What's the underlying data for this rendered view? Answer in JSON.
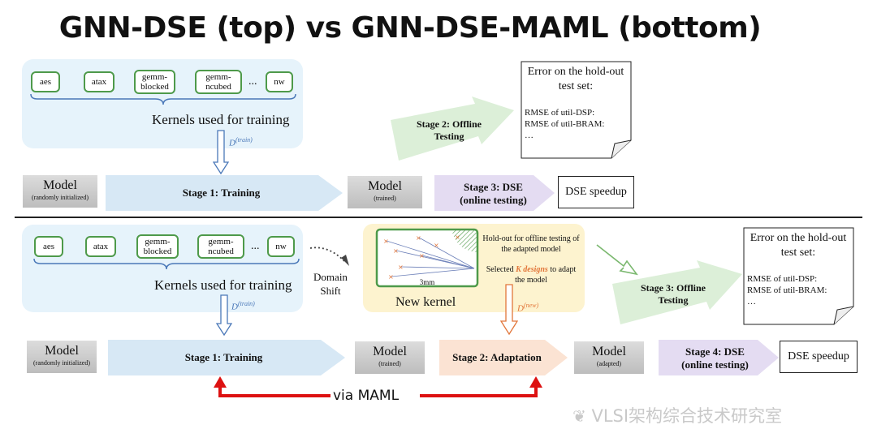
{
  "title": "GNN-DSE (top) vs GNN-DSE-MAML (bottom)",
  "kernels": [
    "aes",
    "atax",
    "gemm-\nblocked",
    "gemm-\nncubed",
    "...",
    "nw"
  ],
  "kernels_label": "Kernels used for training",
  "d_train": "D",
  "d_train_sup": "(train)",
  "d_new": "D",
  "d_new_sup": "(new)",
  "model_label": "Model",
  "model_random": "(randomly initialized)",
  "model_trained": "(trained)",
  "model_adapted": "(adapted)",
  "top": {
    "stage1": "Stage 1: Training",
    "stage2": "Stage 2: Offline Testing",
    "stage3": "Stage 3: DSE (online testing)",
    "dse_speedup": "DSE speedup",
    "error_title": "Error on the hold-out test set:",
    "error_lines": [
      "RMSE of util-DSP:",
      "RMSE of util-BRAM:",
      "…"
    ]
  },
  "bottom": {
    "domain_shift": "Domain Shift",
    "new_kernel": "New kernel",
    "holdout_text": "Hold-out for offline testing of the adapted model",
    "selected_pre": "Selected ",
    "selected_k": "K designs",
    "selected_post": " to adapt the model",
    "scale_label": "3mm",
    "stage1": "Stage 1: Training",
    "stage2": "Stage 2: Adaptation",
    "stage3": "Stage 3: Offline Testing",
    "stage4": "Stage 4: DSE (online testing)",
    "dse_speedup": "DSE speedup",
    "error_title": "Error on the hold-out test set:",
    "error_lines": [
      "RMSE of util-DSP:",
      "RMSE of util-BRAM:",
      "…"
    ],
    "via_maml": "via MAML"
  },
  "watermark": "VLSI架构综合技术研究室",
  "colors": {
    "panel_blue": "#e6f3fb",
    "kernel_green": "#4e9a4a",
    "maml_red": "#dd1111",
    "stage_blue": "#d7e8f5",
    "stage_green": "#dcefd8",
    "stage_purple": "#e4dcf2",
    "stage_orange": "#fbe3d3"
  }
}
